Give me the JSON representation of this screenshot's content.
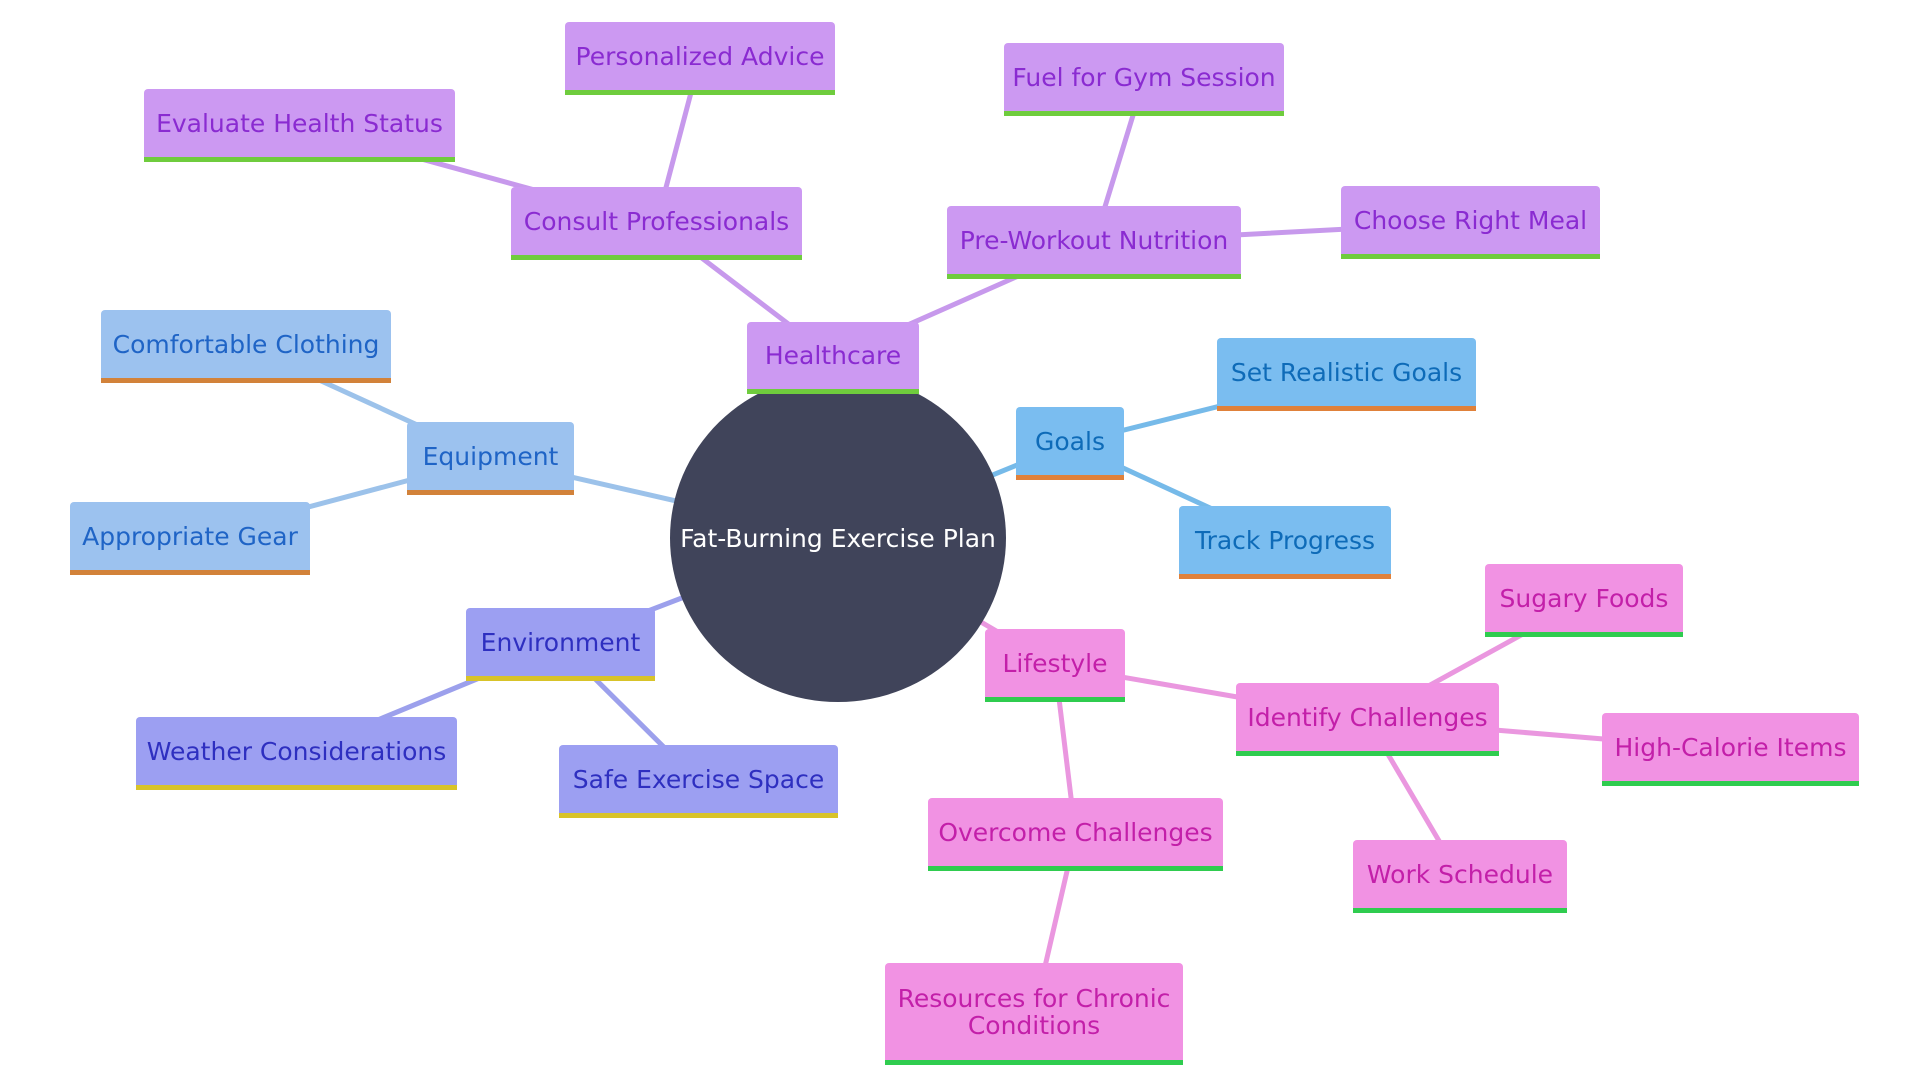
{
  "theme": {
    "root_fill": "#40445a",
    "root_text": "#ffffff",
    "branches": {
      "healthcare": {
        "fill": "#cc99f2",
        "text": "#8a2bd1",
        "edge": "#c799ec",
        "underline": "#6fcc3d"
      },
      "goals": {
        "fill": "#7abdf0",
        "text": "#0e6bb8",
        "edge": "#76bae9",
        "underline": "#e0813a"
      },
      "equipment": {
        "fill": "#9cc2ef",
        "text": "#1f64c6",
        "edge": "#9cc2ea",
        "underline": "#d2823a"
      },
      "environment": {
        "fill": "#9c9ff2",
        "text": "#2e2fc0",
        "edge": "#9ca0ec",
        "underline": "#d8c329"
      },
      "lifestyle": {
        "fill": "#f192e3",
        "text": "#c31fa9",
        "edge": "#ea97df",
        "underline": "#2fcc4f"
      }
    }
  },
  "diagram": {
    "root": {
      "label": "Fat-Burning Exercise Plan"
    },
    "nodes": [
      {
        "id": "healthcare",
        "label": "Healthcare",
        "branch": "healthcare",
        "parent": "root"
      },
      {
        "id": "consult",
        "label": "Consult Professionals",
        "branch": "healthcare",
        "parent": "healthcare"
      },
      {
        "id": "evaluate",
        "label": "Evaluate Health Status",
        "branch": "healthcare",
        "parent": "consult"
      },
      {
        "id": "advice",
        "label": "Personalized Advice",
        "branch": "healthcare",
        "parent": "consult"
      },
      {
        "id": "preworkout",
        "label": "Pre-Workout Nutrition",
        "branch": "healthcare",
        "parent": "healthcare"
      },
      {
        "id": "fuel",
        "label": "Fuel for Gym Session",
        "branch": "healthcare",
        "parent": "preworkout"
      },
      {
        "id": "meal",
        "label": "Choose Right Meal",
        "branch": "healthcare",
        "parent": "preworkout"
      },
      {
        "id": "goals",
        "label": "Goals",
        "branch": "goals",
        "parent": "root"
      },
      {
        "id": "realistic",
        "label": "Set Realistic Goals",
        "branch": "goals",
        "parent": "goals"
      },
      {
        "id": "track",
        "label": "Track Progress",
        "branch": "goals",
        "parent": "goals"
      },
      {
        "id": "equipment",
        "label": "Equipment",
        "branch": "equipment",
        "parent": "root"
      },
      {
        "id": "clothing",
        "label": "Comfortable Clothing",
        "branch": "equipment",
        "parent": "equipment"
      },
      {
        "id": "gear",
        "label": "Appropriate Gear",
        "branch": "equipment",
        "parent": "equipment"
      },
      {
        "id": "environment",
        "label": "Environment",
        "branch": "environment",
        "parent": "root"
      },
      {
        "id": "weather",
        "label": "Weather Considerations",
        "branch": "environment",
        "parent": "environment"
      },
      {
        "id": "space",
        "label": "Safe Exercise Space",
        "branch": "environment",
        "parent": "environment"
      },
      {
        "id": "lifestyle",
        "label": "Lifestyle",
        "branch": "lifestyle",
        "parent": "root"
      },
      {
        "id": "identify",
        "label": "Identify Challenges",
        "branch": "lifestyle",
        "parent": "lifestyle"
      },
      {
        "id": "sugary",
        "label": "Sugary Foods",
        "branch": "lifestyle",
        "parent": "identify"
      },
      {
        "id": "calorie",
        "label": "High-Calorie Items",
        "branch": "lifestyle",
        "parent": "identify"
      },
      {
        "id": "work",
        "label": "Work Schedule",
        "branch": "lifestyle",
        "parent": "identify"
      },
      {
        "id": "overcome",
        "label": "Overcome Challenges",
        "branch": "lifestyle",
        "parent": "lifestyle"
      },
      {
        "id": "chronic",
        "label": "Resources for Chronic\nConditions",
        "branch": "lifestyle",
        "parent": "overcome"
      }
    ]
  }
}
